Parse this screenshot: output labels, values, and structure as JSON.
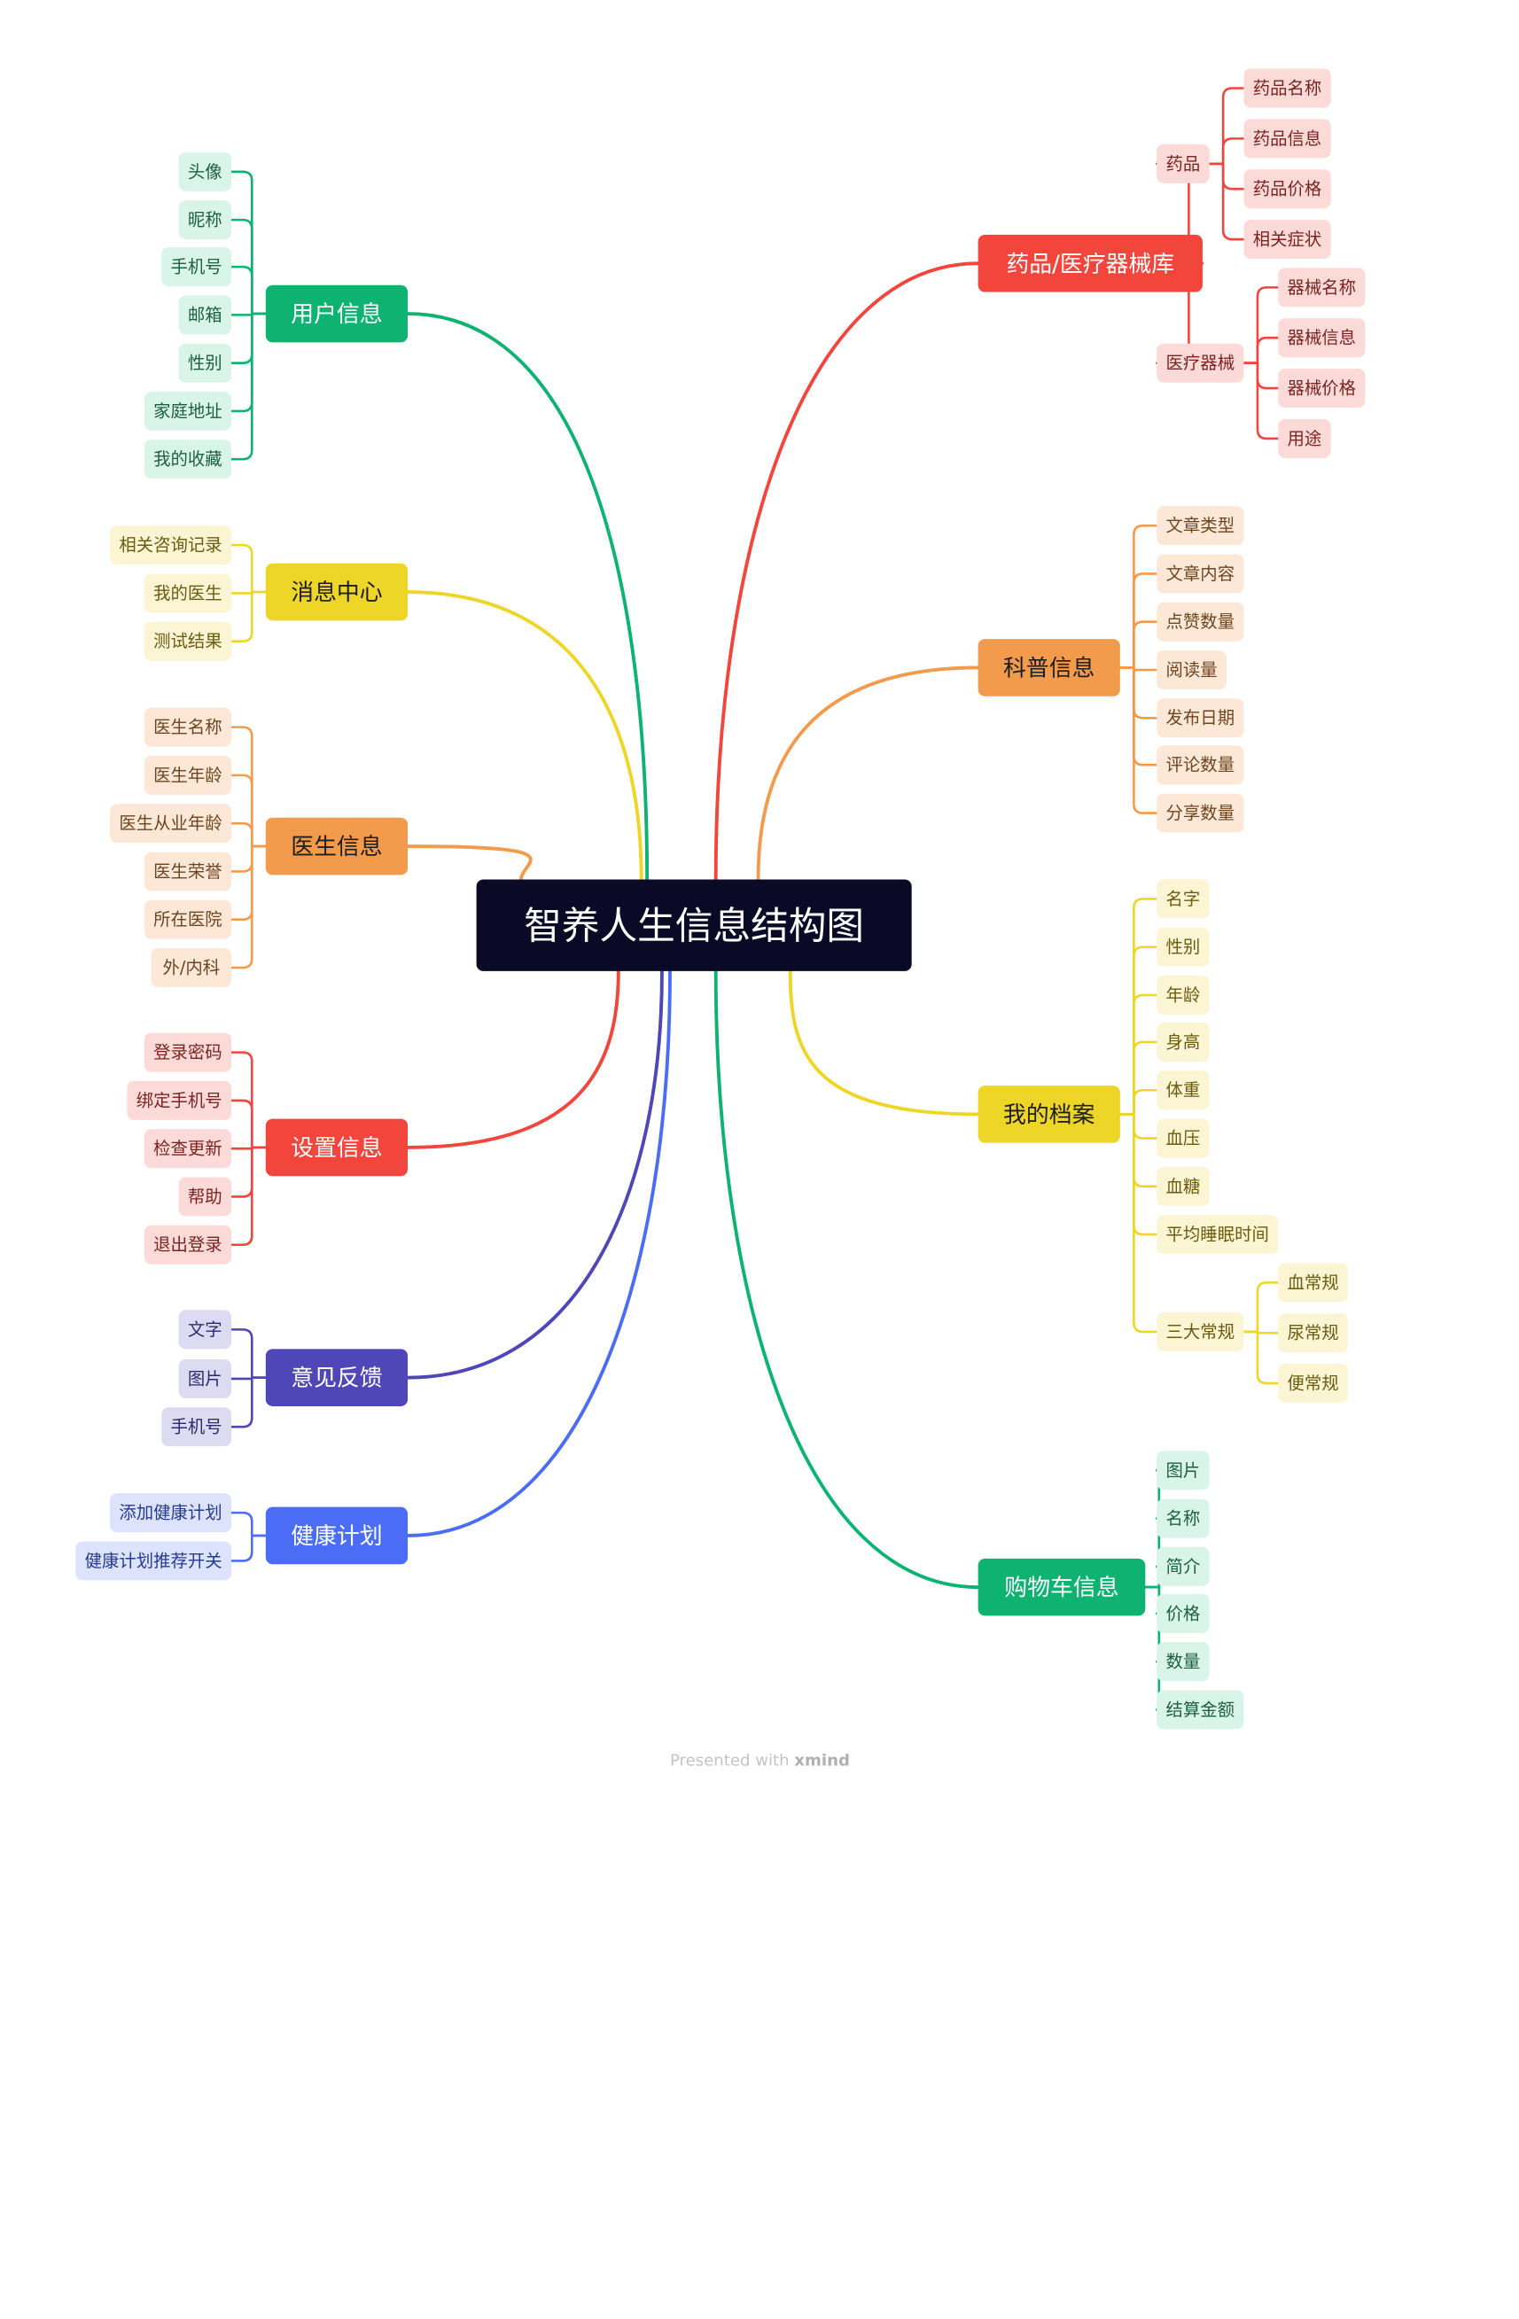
{
  "root": "智养人生信息结构图",
  "footer": {
    "prefix": "Presented with",
    "brand": "xmind"
  },
  "branches": [
    {
      "label": "用户信息",
      "side": "left",
      "color": "#0eb371",
      "leaf_bg": "#d9f4e8",
      "leaf_text": "#1e5f43",
      "children": [
        {
          "label": "头像"
        },
        {
          "label": "昵称"
        },
        {
          "label": "手机号"
        },
        {
          "label": "邮箱"
        },
        {
          "label": "性别"
        },
        {
          "label": "家庭地址"
        },
        {
          "label": "我的收藏"
        }
      ]
    },
    {
      "label": "消息中心",
      "side": "left",
      "color": "#eed629",
      "leaf_bg": "#fcf5d3",
      "leaf_text": "#6b5b11",
      "children": [
        {
          "label": "相关咨询记录"
        },
        {
          "label": "我的医生"
        },
        {
          "label": "测试结果"
        }
      ]
    },
    {
      "label": "医生信息",
      "side": "left",
      "color": "#f39b4c",
      "leaf_bg": "#fde8d7",
      "leaf_text": "#6d4520",
      "children": [
        {
          "label": "医生名称"
        },
        {
          "label": "医生年龄"
        },
        {
          "label": "医生从业年龄"
        },
        {
          "label": "医生荣誉"
        },
        {
          "label": "所在医院"
        },
        {
          "label": "外/内科"
        }
      ]
    },
    {
      "label": "设置信息",
      "side": "left",
      "color": "#f2453c",
      "leaf_bg": "#fcdad8",
      "leaf_text": "#7a2421",
      "children": [
        {
          "label": "登录密码"
        },
        {
          "label": "绑定手机号"
        },
        {
          "label": "检查更新"
        },
        {
          "label": "帮助"
        },
        {
          "label": "退出登录"
        }
      ]
    },
    {
      "label": "意见反馈",
      "side": "left",
      "color": "#4f46b8",
      "leaf_bg": "#dddbf1",
      "leaf_text": "#2d2870",
      "children": [
        {
          "label": "文字"
        },
        {
          "label": "图片"
        },
        {
          "label": "手机号"
        }
      ]
    },
    {
      "label": "健康计划",
      "side": "left",
      "color": "#4b6df5",
      "leaf_bg": "#dde3fd",
      "leaf_text": "#263b8f",
      "children": [
        {
          "label": "添加健康计划"
        },
        {
          "label": "健康计划推荐开关"
        }
      ]
    },
    {
      "label": "药品/医疗器械库",
      "side": "right",
      "color": "#f2453c",
      "leaf_bg": "#fcdad8",
      "leaf_text": "#7a2421",
      "children": [
        {
          "label": "药品",
          "children": [
            {
              "label": "药品名称"
            },
            {
              "label": "药品信息"
            },
            {
              "label": "药品价格"
            },
            {
              "label": "相关症状"
            }
          ]
        },
        {
          "label": "医疗器械",
          "children": [
            {
              "label": "器械名称"
            },
            {
              "label": "器械信息"
            },
            {
              "label": "器械价格"
            },
            {
              "label": "用途"
            }
          ]
        }
      ]
    },
    {
      "label": "科普信息",
      "side": "right",
      "color": "#f39b4c",
      "leaf_bg": "#fde8d7",
      "leaf_text": "#6d4520",
      "children": [
        {
          "label": "文章类型"
        },
        {
          "label": "文章内容"
        },
        {
          "label": "点赞数量"
        },
        {
          "label": "阅读量"
        },
        {
          "label": "发布日期"
        },
        {
          "label": "评论数量"
        },
        {
          "label": "分享数量"
        }
      ]
    },
    {
      "label": "我的档案",
      "side": "right",
      "color": "#eed629",
      "leaf_bg": "#fcf5d3",
      "leaf_text": "#6b5b11",
      "children": [
        {
          "label": "名字"
        },
        {
          "label": "性别"
        },
        {
          "label": "年龄"
        },
        {
          "label": "身高"
        },
        {
          "label": "体重"
        },
        {
          "label": "血压"
        },
        {
          "label": "血糖"
        },
        {
          "label": "平均睡眠时间"
        },
        {
          "label": "三大常规",
          "children": [
            {
              "label": "血常规"
            },
            {
              "label": "尿常规"
            },
            {
              "label": "便常规"
            }
          ]
        }
      ]
    },
    {
      "label": "购物车信息",
      "side": "right",
      "color": "#0eb371",
      "leaf_bg": "#d9f4e8",
      "leaf_text": "#1e5f43",
      "children": [
        {
          "label": "图片"
        },
        {
          "label": "名称"
        },
        {
          "label": "简介"
        },
        {
          "label": "价格"
        },
        {
          "label": "数量"
        },
        {
          "label": "结算金额"
        }
      ]
    }
  ]
}
